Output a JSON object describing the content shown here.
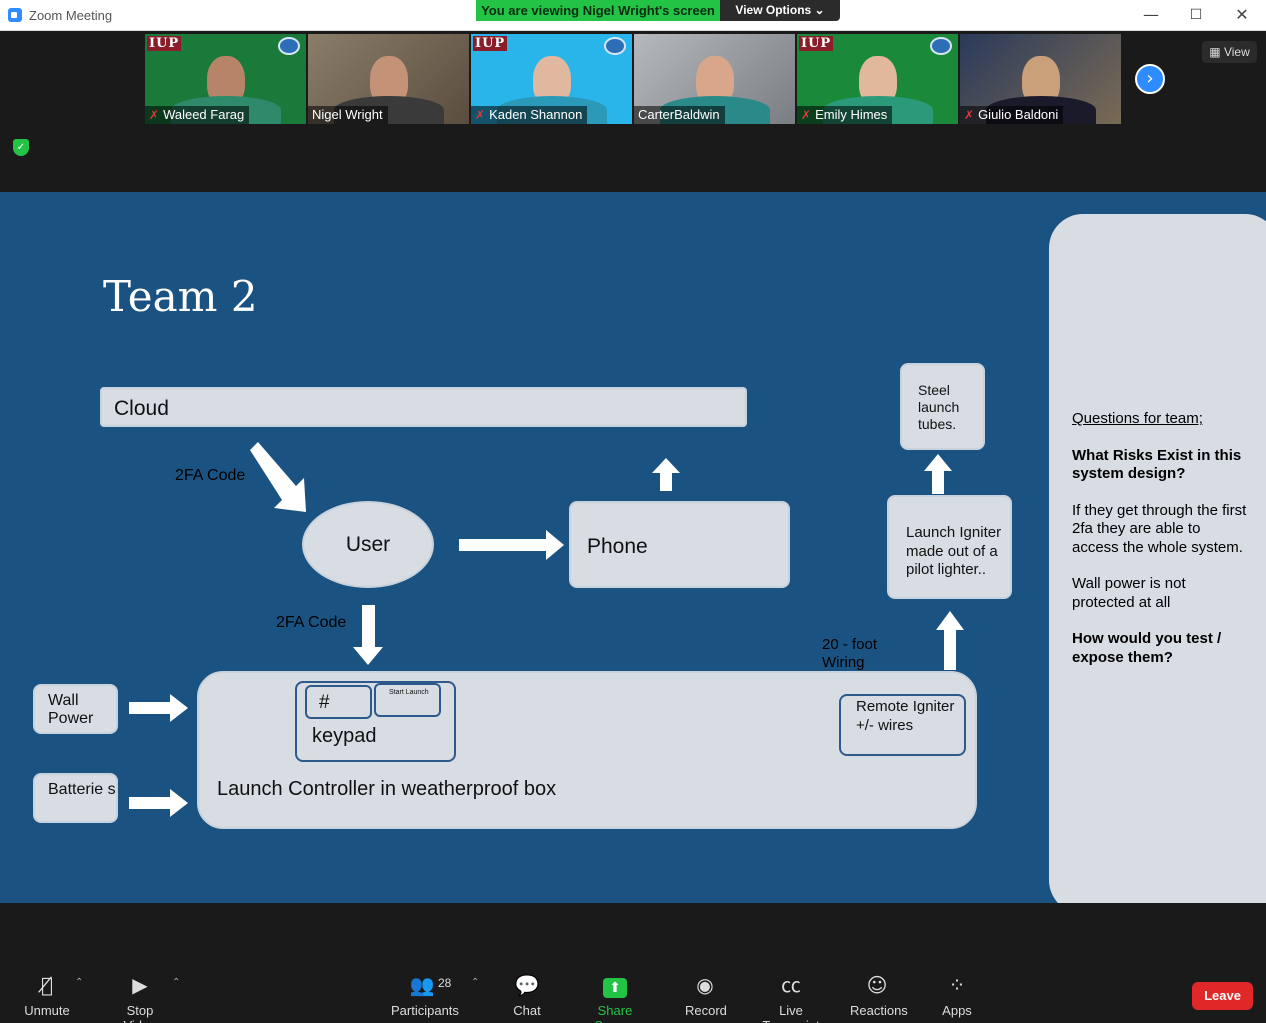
{
  "window": {
    "title": "Zoom Meeting",
    "viewing_banner": "You are viewing Nigel Wright's screen",
    "view_options": "View Options ⌄",
    "minimize": "—",
    "maximize": "☐",
    "close": "✕"
  },
  "gallery": {
    "view_label": "▦ View",
    "next_arrow": "›",
    "shield_glyph": "✓",
    "participants": [
      {
        "name": "Waleed Farag",
        "muted": true,
        "bg": "#1a7a3a",
        "logo": "IUP"
      },
      {
        "name": "Nigel Wright",
        "muted": false,
        "bg": "#7a6a55",
        "logo": ""
      },
      {
        "name": "Kaden Shannon",
        "muted": true,
        "bg": "#2ab5ea",
        "logo": "IUP"
      },
      {
        "name": "CarterBaldwin",
        "muted": false,
        "bg": "#9aa0a6",
        "logo": ""
      },
      {
        "name": "Emily Himes",
        "muted": true,
        "bg": "#1a8a3a",
        "logo": "IUP"
      },
      {
        "name": "Giulio Baldoni",
        "muted": true,
        "bg": "#3a5a8a",
        "logo": ""
      }
    ],
    "mic_off_glyph": "✗"
  },
  "slide": {
    "title": "Team 2",
    "cloud": "Cloud",
    "two_fa_code_top": "2FA Code",
    "two_fa_code_bottom": "2FA Code",
    "user": "User",
    "phone": "Phone",
    "steel_tubes": "Steel launch tubes.",
    "launch_igniter": "Launch Igniter made out of a pilot lighter..",
    "wiring": "20 - foot Wiring",
    "wall_power": "Wall Power",
    "batteries": "Batterie s",
    "keypad_hash": "#",
    "keypad_start": "Start Launch",
    "keypad": "keypad",
    "launch_controller": "Launch Controller in weatherproof box",
    "remote_igniter": "Remote Igniter +/- wires",
    "questions_heading": "Questions for team;",
    "q1": "What Risks Exist in this system design?",
    "a1": "If they get through the first 2fa they are able to access the whole system.",
    "a2": "Wall power is not protected at all",
    "q2": "How would you test / expose them?"
  },
  "toolbar": {
    "unmute": "Unmute",
    "stop_video": "Stop Video",
    "participants": "Participants",
    "participants_count": "28",
    "chat": "Chat",
    "share_screen": "Share Screen",
    "record": "Record",
    "live_transcript": "Live Transcript",
    "reactions": "Reactions",
    "apps": "Apps",
    "leave": "Leave",
    "caret": "⌃"
  }
}
